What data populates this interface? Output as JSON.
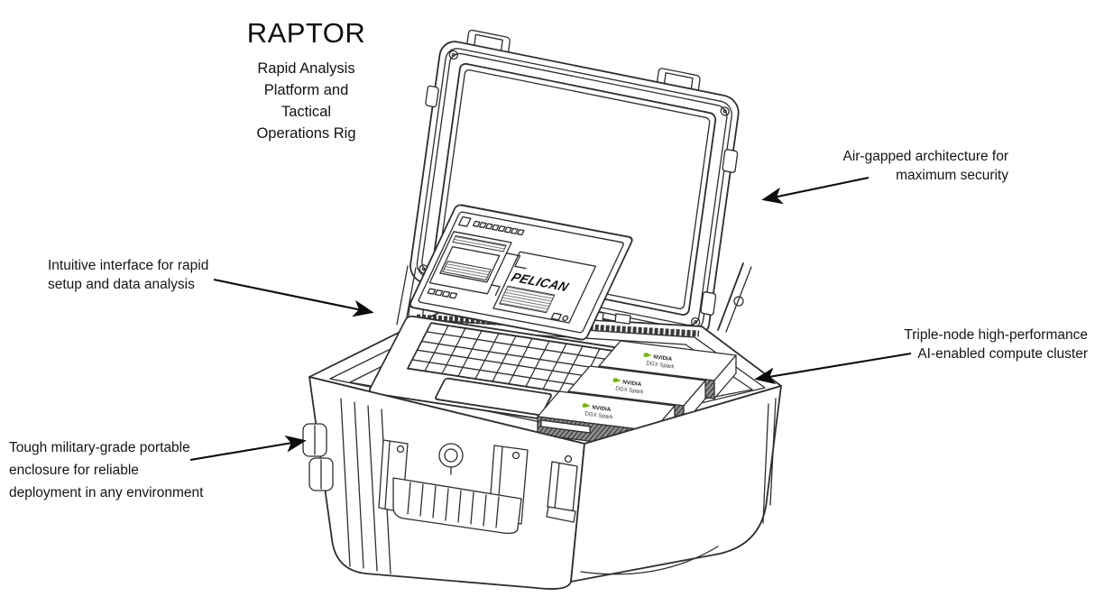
{
  "title": {
    "name": "RAPTOR",
    "subtitle_lines": [
      "Rapid Analysis",
      "Platform and",
      "Tactical",
      "Operations Rig"
    ]
  },
  "annotations": {
    "air_gapped": {
      "lines": [
        "Air-gapped architecture for",
        "maximum security"
      ]
    },
    "interface": {
      "lines": [
        "Intuitive interface for rapid",
        "setup and data analysis"
      ]
    },
    "compute": {
      "lines": [
        "Triple-node high-performance",
        "AI-enabled compute cluster"
      ]
    },
    "enclosure": {
      "lines": [
        "Tough military-grade portable",
        "enclosure for reliable",
        "deployment in any environment"
      ]
    }
  },
  "illustration": {
    "case_brand": "PELICAN",
    "box_brand": "NVIDIA",
    "box_model": "DGX Spark",
    "colors": {
      "line": "#2e2e2e",
      "nvidia_green": "#76b900",
      "background": "#ffffff",
      "text": "#141414"
    }
  }
}
